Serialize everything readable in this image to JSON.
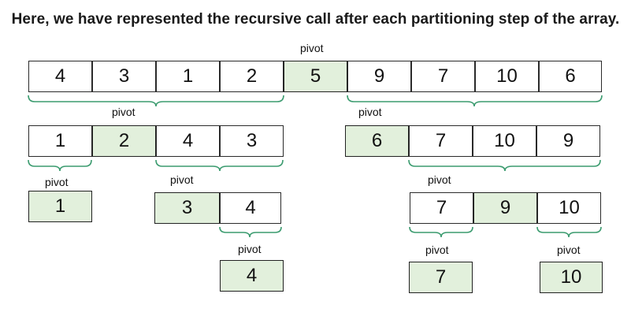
{
  "title": "Here, we have represented the recursive call after each partitioning step of the array.",
  "pivot_label": "pivot",
  "rows": [
    {
      "cells": [
        "4",
        "3",
        "1",
        "2",
        "5",
        "9",
        "7",
        "10",
        "6"
      ],
      "pivot_index": 4
    },
    {
      "groups": [
        {
          "cells": [
            "1",
            "2",
            "4",
            "3"
          ],
          "pivot_index": 1
        },
        {
          "cells": [
            "6",
            "7",
            "10",
            "9"
          ],
          "pivot_index": 0
        }
      ]
    },
    {
      "groups": [
        {
          "cells": [
            "1"
          ],
          "pivot_index": 0
        },
        {
          "cells": [
            "3",
            "4"
          ],
          "pivot_index": 0
        },
        {
          "cells": [
            "7",
            "9",
            "10"
          ],
          "pivot_index": 1
        }
      ]
    },
    {
      "groups": [
        {
          "cells": [
            "4"
          ],
          "pivot_index": 0
        },
        {
          "cells": [
            "7"
          ],
          "pivot_index": 0
        },
        {
          "cells": [
            "10"
          ],
          "pivot_index": 0
        }
      ]
    }
  ],
  "colors": {
    "pivot_fill": "#e2f0dc",
    "brace": "#3b9b6f",
    "border": "#2a2a2a"
  }
}
